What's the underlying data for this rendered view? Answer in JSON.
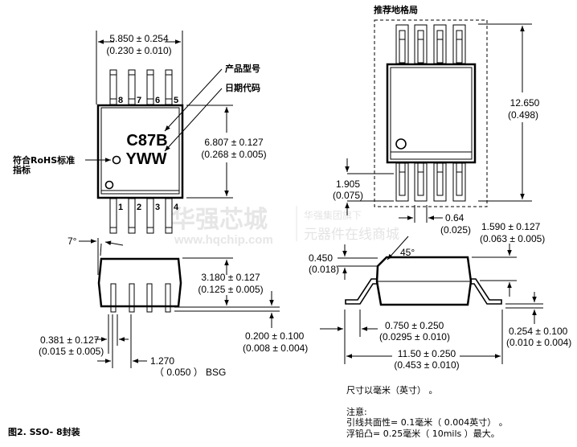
{
  "watermark": {
    "brand_cn": "华强芯城",
    "url": "www.hqchip.com",
    "tagline1": "华强集团旗下",
    "tagline2": "元器件在线商城"
  },
  "top_view": {
    "marking_line1": "C87B",
    "marking_line2": "YWW",
    "pins_top": [
      "8",
      "7",
      "6",
      "5"
    ],
    "pins_bottom": [
      "1",
      "2",
      "3",
      "4"
    ],
    "width_mm": "5.850 ± 0.254",
    "width_in": "(0.230 ± 0.010)",
    "height_mm": "6.807 ± 0.127",
    "height_in": "(0.268 ± 0.005)",
    "label_part_number": "产品型号",
    "label_date_code": "日期代码",
    "label_rohs_line1": "符合RoHS标准",
    "label_rohs_line2": "指标"
  },
  "side_view": {
    "angle": "7°",
    "height_mm": "3.180 ± 0.127",
    "height_in": "(0.125 ± 0.005)",
    "lead_width_mm": "0.381 ± 0.127",
    "lead_width_in": "(0.015 ± 0.005)",
    "standoff_mm": "0.200 ± 0.100",
    "standoff_in": "(0.008 ± 0.004)",
    "pitch_mm": "1.270",
    "pitch_in": "（  0.050  ）  BSG"
  },
  "land_pattern": {
    "title": "推荐地格局",
    "overall_mm": "12.650",
    "overall_in": "(0.498)",
    "pad_length_mm": "1.905",
    "pad_length_in": "(0.075)",
    "pad_width_mm": "0.64",
    "pad_width_in": "(0.025)"
  },
  "end_view": {
    "angle": "45°",
    "chamfer_mm": "0.450",
    "chamfer_in": "(0.018)",
    "lead_height_mm": "1.590 ± 0.127",
    "lead_height_in": "(0.063 ± 0.005)",
    "foot_mm": "0.750 ± 0.250",
    "foot_in": "(0.0295 ± 0.010)",
    "lead_thick_mm": "0.254 ± 0.100",
    "lead_thick_in": "(0.010 ± 0.004)",
    "span_mm": "11.50 ± 0.250",
    "span_in": "(0.453 ± 0.010)"
  },
  "notes": {
    "units": "尺寸以毫米（英寸）  。",
    "heading": "注意:",
    "line1": "引线共面性= 0.1毫米（  0.004英寸）  。",
    "line2": "浮铅凸= 0.25毫米（   10mils  ）最大。"
  },
  "caption": "图2. SSO- 8封装"
}
